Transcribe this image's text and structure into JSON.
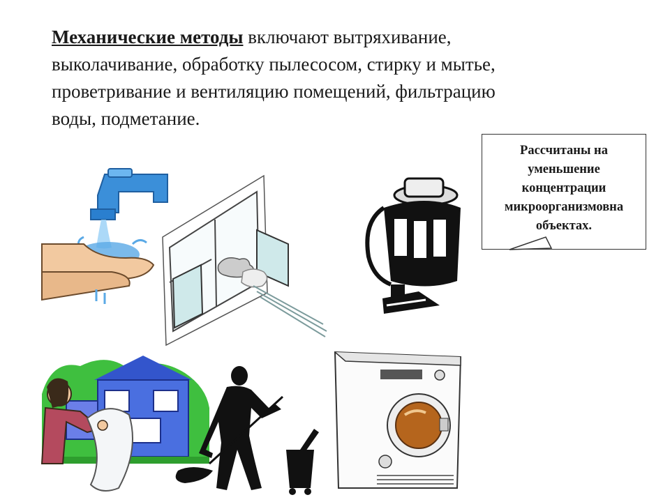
{
  "intro": {
    "lead": "Механические методы",
    "lines": [
      " включают вытряхивание,",
      "выколачивание, обработку пылесосом, стирку и мытье,",
      "проветривание и вентиляцию помещений, фильтрацию",
      "воды, подметание."
    ]
  },
  "callout": {
    "lines": [
      "Рассчитаны на",
      "уменьшение",
      "концентрации",
      "микроорганизмовна",
      "объектах."
    ]
  },
  "illustrations": [
    {
      "icon": "hand-washing-under-tap-icon"
    },
    {
      "icon": "open-window-ventilation-icon"
    },
    {
      "icon": "vacuum-cleaner-icon"
    },
    {
      "icon": "woman-shaking-cloth-by-house-icon"
    },
    {
      "icon": "man-mopping-floor-icon"
    },
    {
      "icon": "washing-machine-icon"
    }
  ],
  "colors": {
    "water_blue": "#5aa9e6",
    "tap_blue": "#3b8fd9",
    "house_blue": "#4a6fe0",
    "grass_green": "#3fbf3f",
    "skin": "#f2c9a0"
  }
}
